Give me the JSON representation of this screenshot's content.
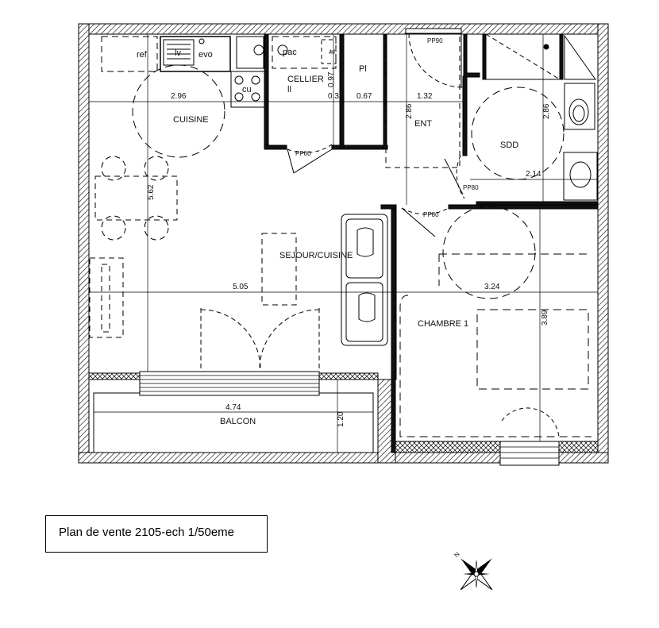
{
  "rooms": {
    "cuisine": "CUISINE",
    "cellier": "CELLIER",
    "entree": "ENT",
    "sdd": "SDD",
    "sejour": "SEJOUR/CUISINE",
    "chambre": "CHAMBRE 1",
    "balcon": "BALCON"
  },
  "fixtures": {
    "fridge": "ref",
    "sink": "evo",
    "washer": "lv",
    "cooktop": "cu",
    "heat_pump": "pac",
    "water_heater": "ll",
    "dryer": "lt",
    "closet": "Pl"
  },
  "doors": {
    "entry": "PP90",
    "cellier": "PP80",
    "sdd": "PP80",
    "chambre": "PP80"
  },
  "dimensions": {
    "cuisine_width": "2.96",
    "cuisine_depth": "5.62",
    "cellier_width": "0.35",
    "cellier_depth": "0.97",
    "closet_width": "0.67",
    "entree_width": "1.32",
    "entree_depth": "2.86",
    "sdd_depth": "2.86",
    "sdd_width": "2.14",
    "sejour_width": "5.05",
    "chambre_width": "3.24",
    "chambre_depth": "3.89",
    "balcon_width": "4.74",
    "balcon_depth": "1.20"
  },
  "caption": "Plan de vente 2105-ech 1/50eme",
  "compass": {
    "north": "N"
  },
  "colors": {
    "wall": "#ffffff",
    "line": "#000000",
    "hatch": "#000000"
  }
}
